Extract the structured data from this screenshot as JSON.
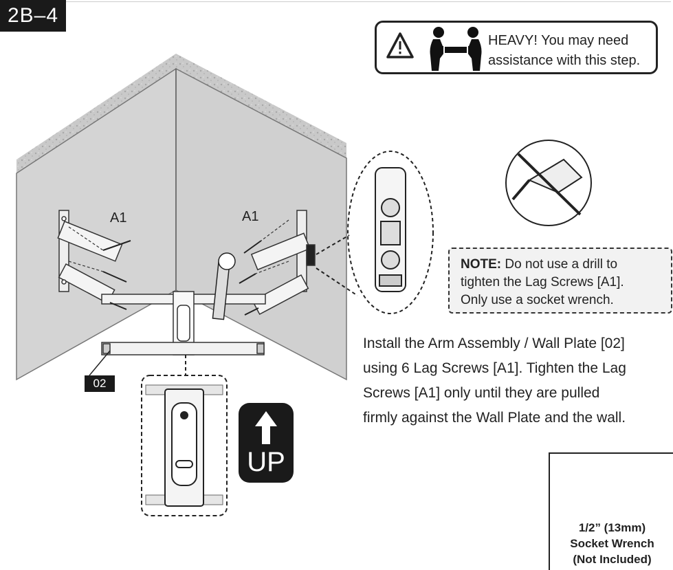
{
  "step": "2B–4",
  "warning": {
    "line1": "HEAVY! You may need",
    "line2": "assistance with this step."
  },
  "labels": {
    "screw_left": "A1",
    "screw_right": "A1",
    "part": "02",
    "up": "UP"
  },
  "note": {
    "prefix": "NOTE:",
    "line1_rest": " Do not use a drill to",
    "line2": "tighten the Lag Screws [A1].",
    "line3": "Only use a socket wrench."
  },
  "instructions": [
    "Install the Arm Assembly / Wall Plate [02]",
    "using 6 Lag Screws [A1]. Tighten the Lag",
    "Screws [A1] only until they are pulled",
    "firmly against the Wall Plate and the wall."
  ],
  "tool": {
    "size": "1/2” (13mm)",
    "name": "Socket Wrench",
    "note": "(Not Included)"
  },
  "icons": [
    "warning-triangle-icon",
    "two-person-lift-icon",
    "no-drill-icon",
    "socket-wrench-icon",
    "up-arrow-icon",
    "level-icon"
  ]
}
